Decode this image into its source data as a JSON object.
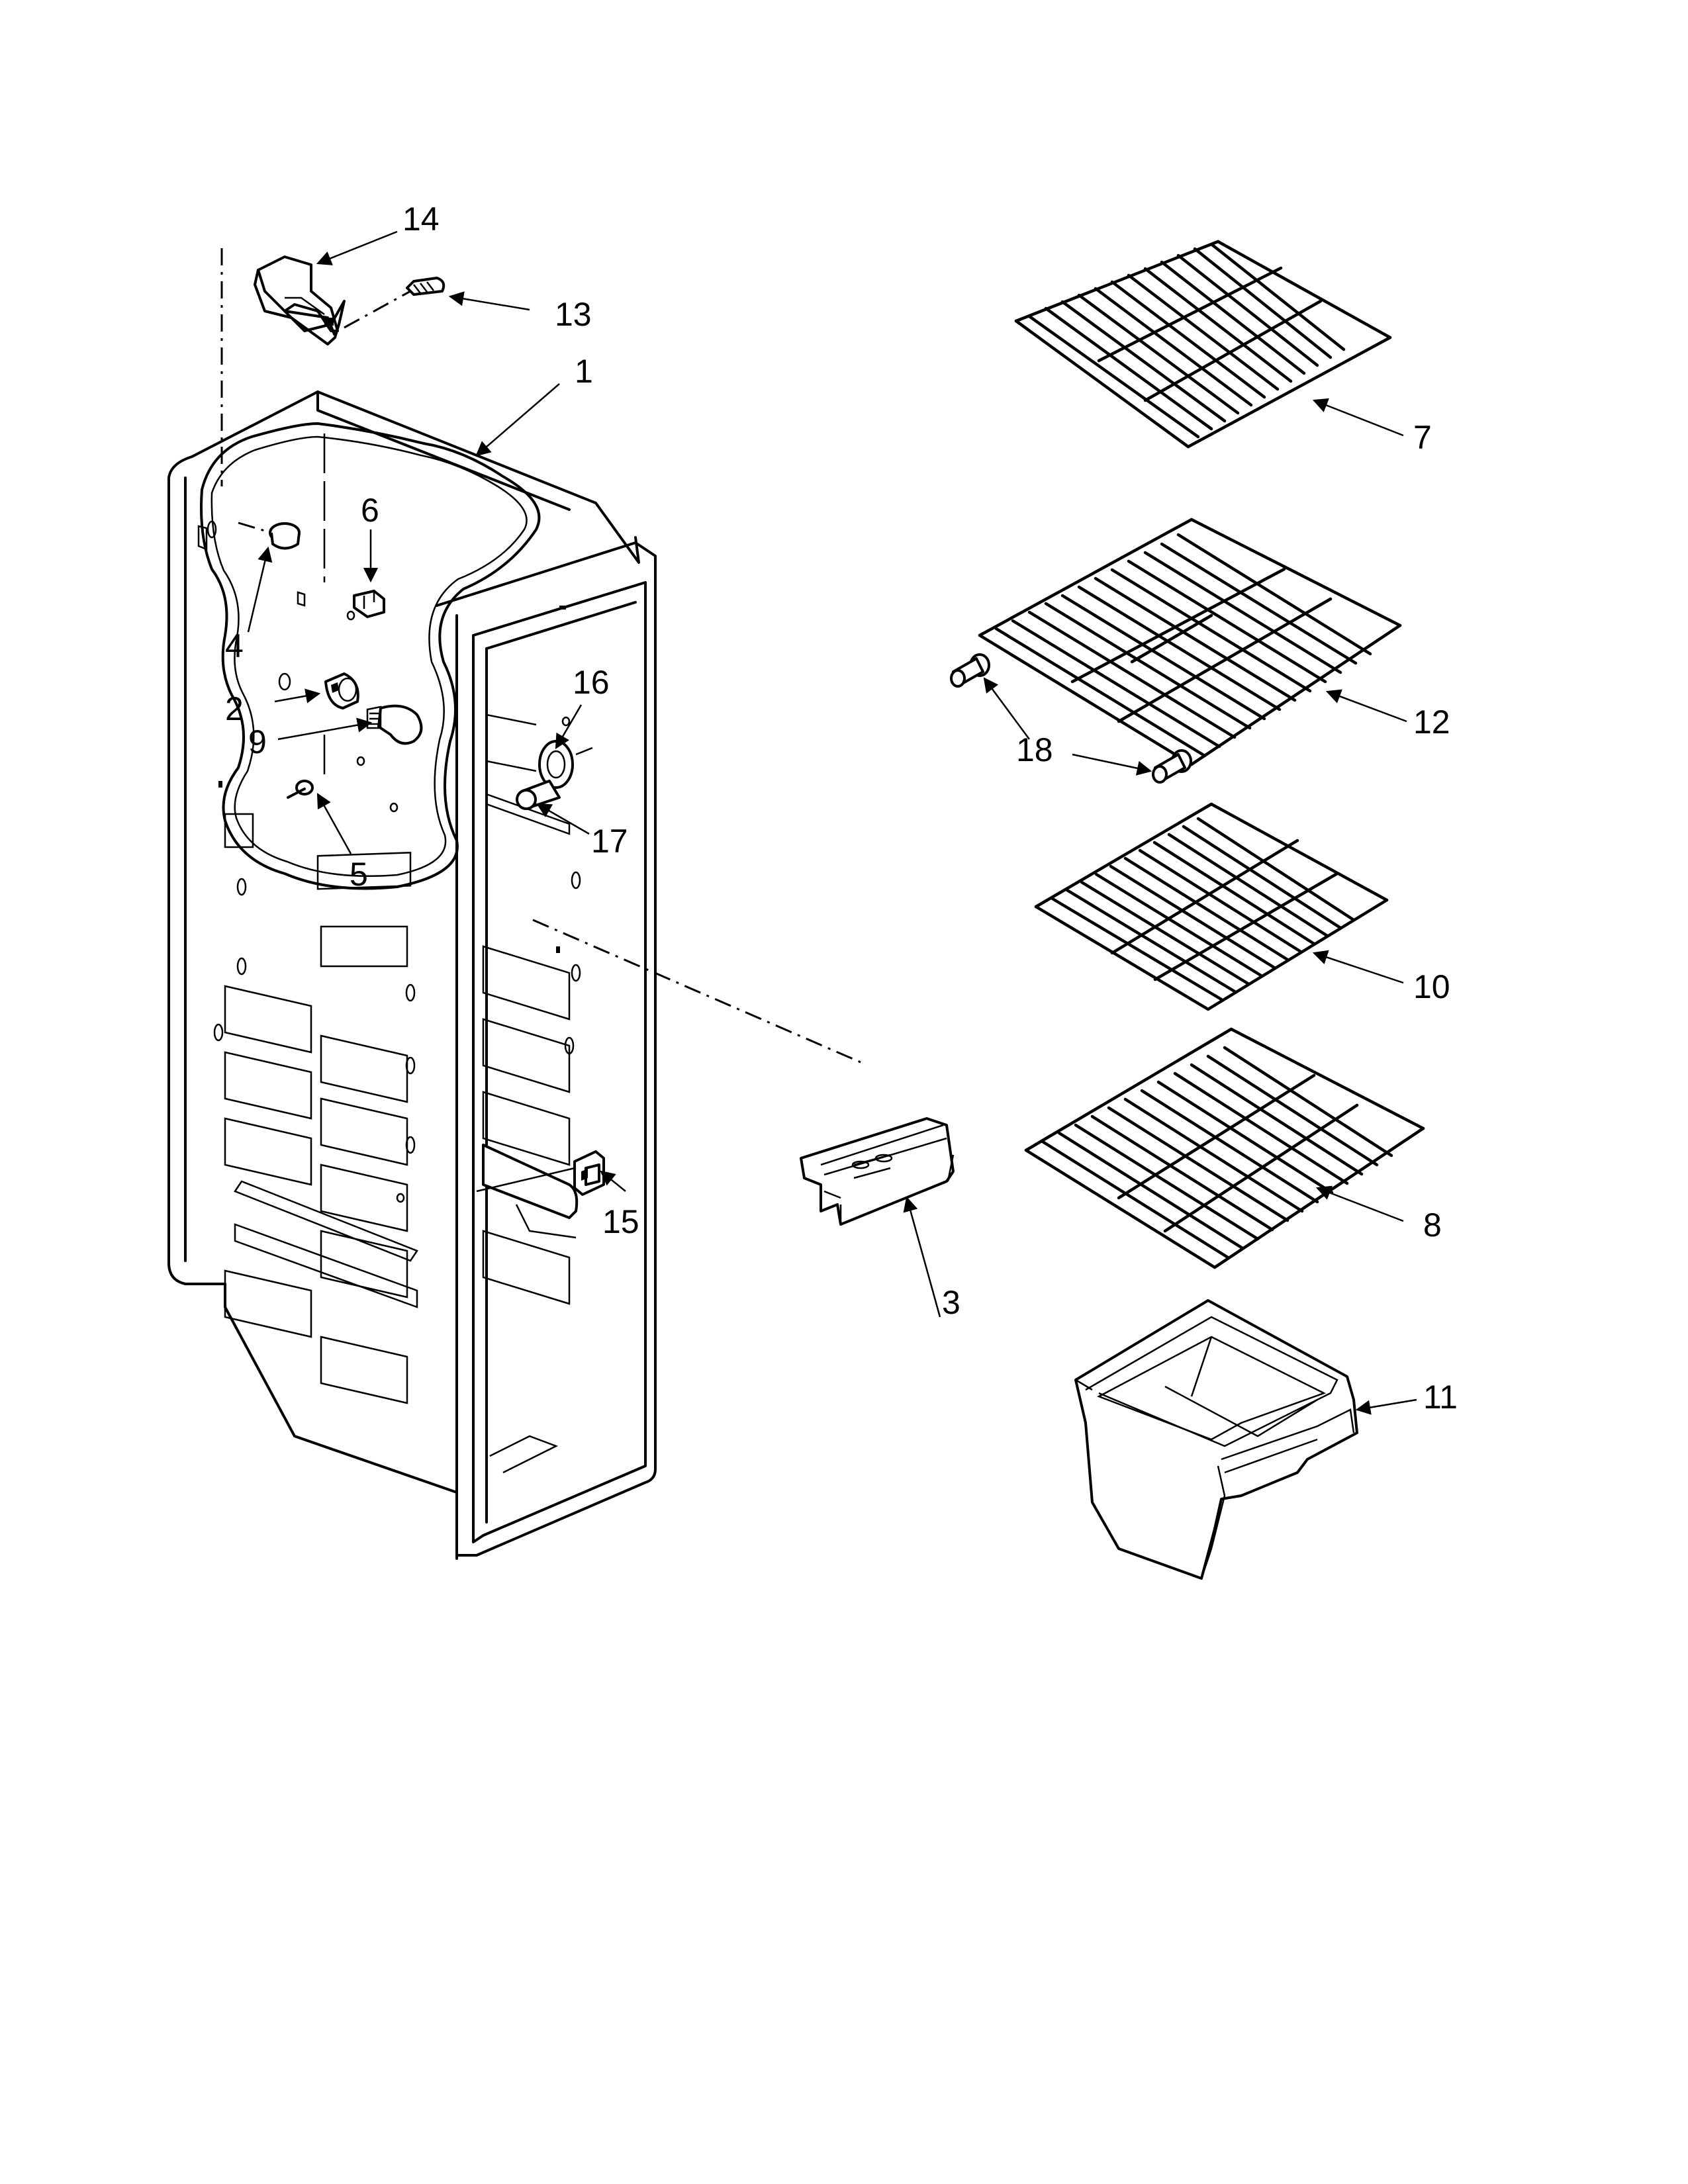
{
  "colors": {
    "line": "#000000",
    "background": "#ffffff"
  },
  "callouts": {
    "c1": "1",
    "c2": "2",
    "c3": "3",
    "c4": "4",
    "c5": "5",
    "c6": "6",
    "c7": "7",
    "c8": "8",
    "c9": "9",
    "c10": "10",
    "c11": "11",
    "c12": "12",
    "c13": "13",
    "c14": "14",
    "c15": "15",
    "c16": "16",
    "c17": "17",
    "c18": "18"
  }
}
